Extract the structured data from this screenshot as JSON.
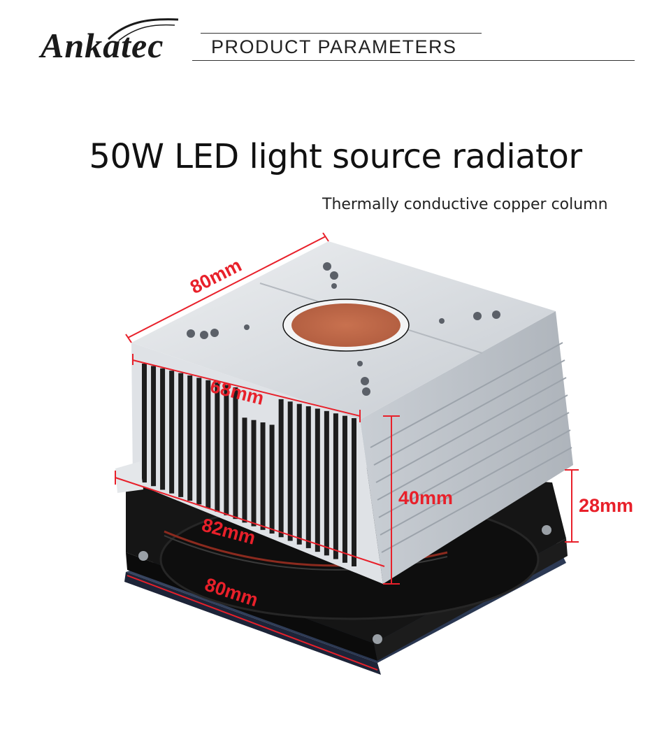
{
  "brand": {
    "logo": "Ankatec"
  },
  "header": {
    "title": "PRODUCT PARAMETERS"
  },
  "main": {
    "title": "50W LED light source radiator",
    "callout": "Thermally conductive copper column"
  },
  "dimensions": {
    "top_length": "80mm",
    "fin_width": "68mm",
    "fin_height": "40mm",
    "fan_height": "28mm",
    "base_width": "82mm",
    "fan_width": "80mm"
  },
  "colors": {
    "dimension": "#e8202a",
    "copper": "#c36a4e",
    "aluminum": "#d6dbe0",
    "fan": "#151515"
  }
}
